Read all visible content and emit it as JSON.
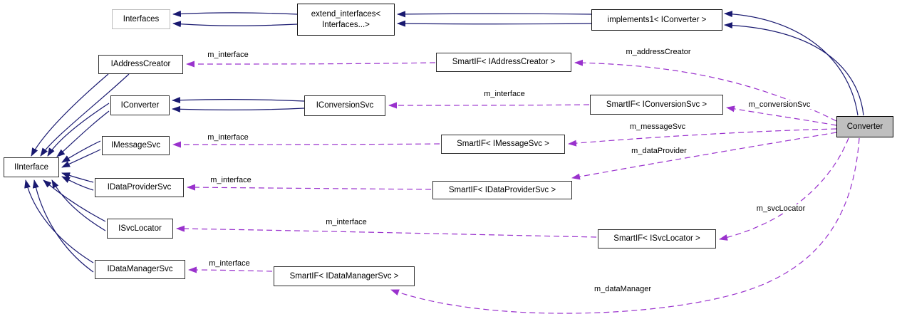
{
  "nodes": {
    "interfaces": {
      "label": "Interfaces"
    },
    "extend_interfaces": {
      "line1": "extend_interfaces<",
      "line2": "Interfaces...>"
    },
    "implements1": {
      "label": "implements1< IConverter >"
    },
    "iaddresscreator": {
      "label": "IAddressCreator"
    },
    "smartif_iaddresscreator": {
      "label": "SmartIF< IAddressCreator >"
    },
    "iconverter": {
      "label": "IConverter"
    },
    "iconversionsvc": {
      "label": "IConversionSvc"
    },
    "smartif_iconversionsvc": {
      "label": "SmartIF< IConversionSvc >"
    },
    "imessagesvc": {
      "label": "IMessageSvc"
    },
    "smartif_imessagesvc": {
      "label": "SmartIF< IMessageSvc >"
    },
    "iinterface": {
      "label": "IInterface"
    },
    "idataprovidersvc": {
      "label": "IDataProviderSvc"
    },
    "smartif_idataprovidersvc": {
      "label": "SmartIF< IDataProviderSvc >"
    },
    "isvclocator": {
      "label": "ISvcLocator"
    },
    "smartif_isvclocator": {
      "label": "SmartIF< ISvcLocator >"
    },
    "idatamanagersvc": {
      "label": "IDataManagerSvc"
    },
    "smartif_idatamanagersvc": {
      "label": "SmartIF< IDataManagerSvc >"
    },
    "converter": {
      "label": "Converter"
    }
  },
  "edge_labels": {
    "m_interface": "m_interface",
    "m_addressCreator": "m_addressCreator",
    "m_conversionSvc": "m_conversionSvc",
    "m_messageSvc": "m_messageSvc",
    "m_dataProvider": "m_dataProvider",
    "m_svcLocator": "m_svcLocator",
    "m_dataManager": "m_dataManager"
  },
  "colors": {
    "inheritance_edge": "#191970",
    "usage_edge": "#9a32cd",
    "node_fill": "#ffffff",
    "current_node_fill": "#bfbfbf",
    "node_border": "#2e2e2e",
    "template_node_border": "#bdbdbd"
  }
}
